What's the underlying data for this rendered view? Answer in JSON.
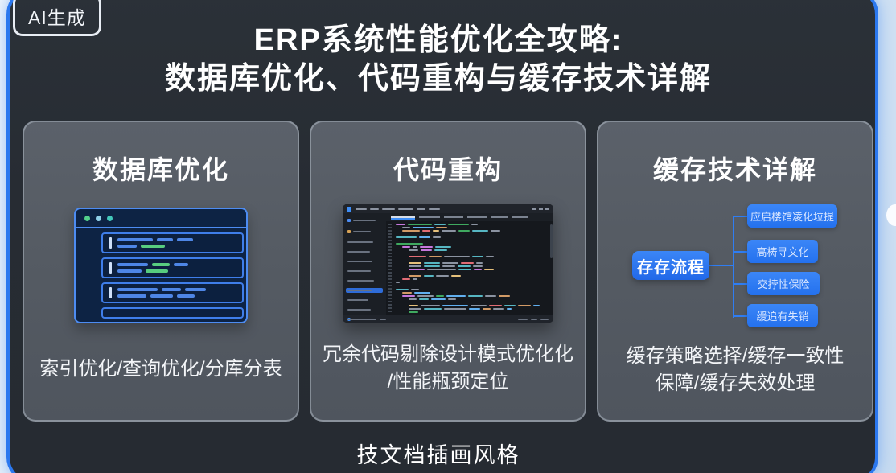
{
  "badge": {
    "label": "AI生成"
  },
  "title": {
    "line1": "ERP系统性能优化全攻略:",
    "line2": "数据库优化、代码重构与缓存技术详解"
  },
  "footer": {
    "caption": "技文档插画风格"
  },
  "palette": {
    "accent_blue": "#2b78ef",
    "panel_bg": "#272c33",
    "card_bg": "#555b63",
    "light_bg": "#d6e5f5",
    "db_border": "#4d8cf2",
    "flow_blue": "#2f7df2"
  },
  "cards": [
    {
      "title": "数据库优化",
      "caption": "索引优化/查询优化/分库分表"
    },
    {
      "title": "代码重构",
      "caption_line1": "冗余代码剔除设计模式优化化",
      "caption_line2": "/性能瓶颈定位"
    },
    {
      "title": "缓存技术详解",
      "caption_line1": "缓存策略选择/缓存一致性",
      "caption_line2": "保障/缓存失效处理"
    }
  ],
  "flowchart": {
    "root": "存存流程",
    "branches": [
      "应启楼馆凌化垃提",
      "高梼寻文化",
      "交挬性保险",
      "缓追有失销"
    ]
  },
  "db_window": {
    "dot_colors": [
      "#53d08b",
      "#8fd0e8",
      "#43c8ba"
    ],
    "bar_colors": {
      "b": "#4e86e6",
      "g": "#57cd7f"
    },
    "marker_color": "#cfe0f8",
    "rows": [
      {
        "top": [
          [
            "b",
            44
          ],
          [
            "b",
            20
          ],
          [
            "b",
            20
          ]
        ],
        "bottom": [
          [
            "b",
            24
          ],
          [
            "g",
            30
          ]
        ]
      },
      {
        "top": [
          [
            "b",
            38
          ],
          [
            "g",
            22
          ],
          [
            "b",
            18
          ]
        ],
        "bottom": [
          [
            "b",
            30
          ],
          [
            "g",
            28
          ]
        ]
      },
      {
        "top": [
          [
            "b",
            50
          ],
          [
            "b",
            24
          ],
          [
            "b",
            26
          ]
        ],
        "bottom": [
          [
            "b",
            36
          ],
          [
            "b",
            28
          ],
          [
            "b",
            22
          ]
        ]
      }
    ]
  },
  "code_editor": {
    "colors": {
      "g": "#3fa95f",
      "p": "#c678dd",
      "o": "#d19a66",
      "y": "#e5c07b",
      "c": "#56b6c2",
      "b": "#61afef",
      "w": "#8b93a1",
      "m": "#e06c75"
    },
    "menu_widths": [
      14,
      11,
      16,
      19,
      11,
      14
    ],
    "tab_widths": [
      30,
      26,
      24,
      24,
      22,
      20
    ],
    "tree": [
      {
        "w": 28,
        "d": "#4c8df5"
      },
      {
        "w": 22,
        "d": "#d8a355"
      },
      {
        "w": 32
      },
      {
        "w": 28
      },
      {
        "w": 31
      },
      {
        "w": 29
      },
      {
        "w": 33
      },
      {
        "w": 30,
        "hl": 1
      },
      {
        "w": 26
      },
      {
        "w": 29
      },
      {
        "w": 24
      }
    ],
    "status_left": [
      10,
      14,
      8
    ],
    "status_right": [
      12,
      8,
      10
    ],
    "lines": [
      [
        0,
        [
          [
            "p",
            12
          ],
          [
            "g",
            30
          ],
          [
            "c",
            14
          ],
          [
            "g",
            26
          ],
          [
            "w",
            8
          ]
        ]
      ],
      [
        1,
        [
          [
            "w",
            10
          ],
          [
            "b",
            26
          ],
          [
            "o",
            14
          ]
        ]
      ],
      [
        1,
        [
          [
            "o",
            22
          ],
          [
            "m",
            10
          ],
          [
            "y",
            8
          ],
          [
            "w",
            18
          ],
          [
            "g",
            14
          ],
          [
            "c",
            20
          ],
          [
            "w",
            12
          ]
        ]
      ],
      [
        0,
        []
      ],
      [
        0,
        [
          [
            "c",
            26
          ],
          [
            "b",
            14
          ],
          [
            "w",
            10
          ]
        ]
      ],
      [
        0,
        []
      ],
      [
        0,
        [
          [
            "g",
            34
          ]
        ]
      ],
      [
        1,
        [
          [
            "p",
            10
          ],
          [
            "w",
            6
          ],
          [
            "p",
            16
          ],
          [
            "c",
            20
          ]
        ]
      ],
      [
        2,
        [
          [
            "w",
            12
          ],
          [
            "p",
            14
          ],
          [
            "c",
            16
          ]
        ]
      ],
      [
        0,
        []
      ],
      [
        2,
        [
          [
            "m",
            22
          ],
          [
            "o",
            16
          ],
          [
            "w",
            32
          ],
          [
            "c",
            14
          ],
          [
            "w",
            10
          ]
        ]
      ],
      [
        0,
        []
      ],
      [
        2,
        [
          [
            "y",
            16
          ],
          [
            "c",
            20
          ],
          [
            "w",
            20
          ],
          [
            "m",
            16
          ],
          [
            "w",
            8
          ]
        ]
      ],
      [
        2,
        [
          [
            "w",
            16
          ],
          [
            "c",
            20
          ],
          [
            "w",
            16
          ],
          [
            "c",
            16
          ],
          [
            "w",
            12
          ]
        ]
      ],
      [
        2,
        [
          [
            "p",
            20
          ],
          [
            "w",
            36
          ],
          [
            "c",
            16
          ],
          [
            "p",
            10
          ],
          [
            "y",
            12
          ]
        ]
      ],
      [
        0,
        []
      ],
      [
        2,
        [
          [
            "o",
            16
          ],
          [
            "c",
            12
          ],
          [
            "w",
            16
          ],
          [
            "y",
            12
          ]
        ]
      ],
      [
        1,
        [
          [
            "m",
            10
          ],
          [
            "w",
            6
          ]
        ]
      ],
      [
        0,
        [
          [
            "w",
            5
          ]
        ]
      ],
      "div",
      [
        0,
        [
          [
            "c",
            16
          ],
          [
            "w",
            10
          ]
        ]
      ],
      [
        1,
        [
          [
            "o",
            12
          ],
          [
            "b",
            20
          ]
        ]
      ],
      [
        1,
        [
          [
            "p",
            16
          ],
          [
            "w",
            20
          ],
          [
            "g",
            10
          ],
          [
            "b",
            24
          ],
          [
            "c",
            18
          ],
          [
            "w",
            14
          ],
          [
            "o",
            14
          ]
        ]
      ],
      [
        2,
        [
          [
            "w",
            10
          ],
          [
            "c",
            12
          ],
          [
            "b",
            18
          ],
          [
            "w",
            10
          ]
        ]
      ],
      [
        0,
        []
      ],
      [
        2,
        [
          [
            "y",
            12
          ],
          [
            "w",
            24
          ],
          [
            "b",
            32
          ],
          [
            "w",
            20
          ],
          [
            "m",
            16
          ],
          [
            "c",
            14
          ],
          [
            "o",
            16
          ],
          [
            "b",
            8
          ]
        ]
      ],
      [
        2,
        [
          [
            "w",
            16
          ],
          [
            "c",
            22
          ],
          [
            "w",
            28
          ],
          [
            "b",
            14
          ],
          [
            "o",
            10
          ],
          [
            "w",
            14
          ],
          [
            "b",
            6
          ]
        ]
      ],
      [
        2,
        [
          [
            "g",
            12
          ]
        ]
      ],
      [
        1,
        [
          [
            "m",
            8
          ],
          [
            "w",
            5
          ]
        ]
      ],
      [
        2,
        [
          [
            "w",
            14
          ],
          [
            "c",
            12
          ],
          [
            "b",
            10
          ]
        ]
      ]
    ]
  }
}
